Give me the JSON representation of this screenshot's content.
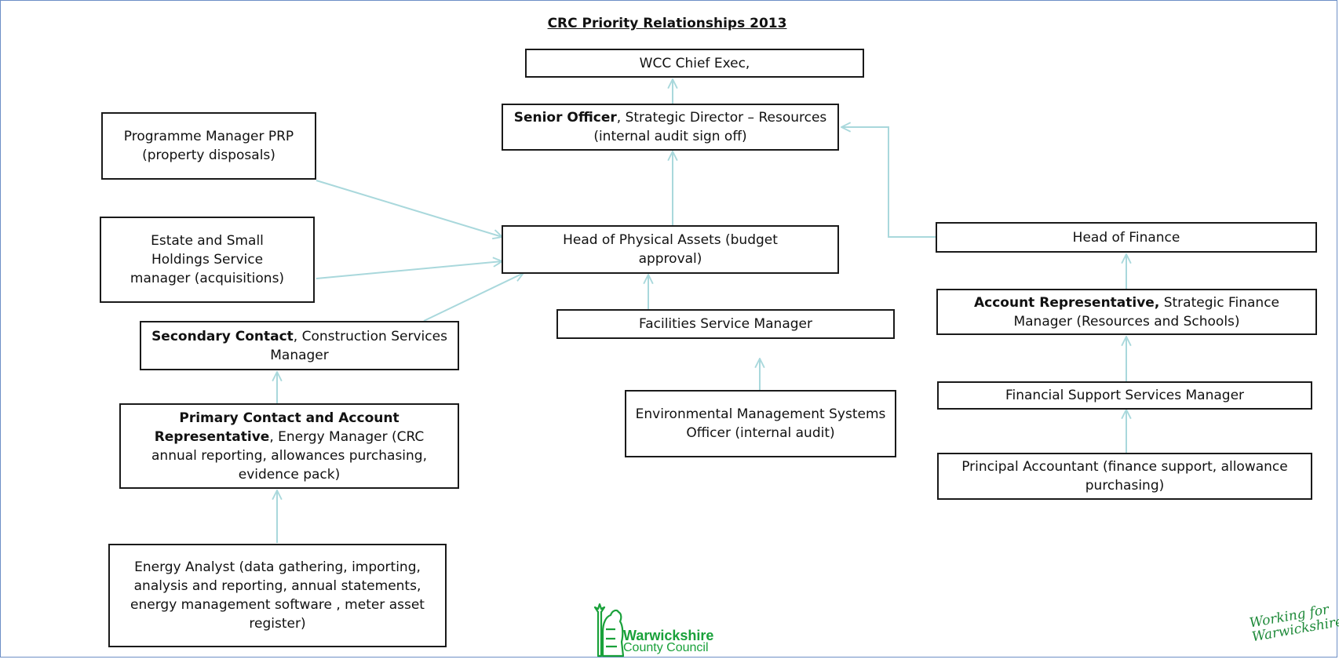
{
  "title": "CRC Priority Relationships  2013",
  "nodes": {
    "chief_exec": {
      "text": "WCC Chief Exec,"
    },
    "senior_officer": {
      "bold": "Senior Officer",
      "text": ", Strategic Director – Resources (internal audit sign off)"
    },
    "programme_manager": {
      "text": "Programme Manager PRP (property disposals)"
    },
    "estate_manager": {
      "text": "Estate and Small Holdings Service manager (acquisitions)"
    },
    "head_physical_assets": {
      "text": "Head of Physical Assets (budget approval)"
    },
    "head_finance": {
      "text": "Head of Finance"
    },
    "secondary_contact": {
      "bold": "Secondary Contact",
      "text": ", Construction Services Manager"
    },
    "facilities_manager": {
      "text": "Facilities Service Manager"
    },
    "account_rep": {
      "bold": "Account Representative,",
      "text": " Strategic Finance Manager (Resources and Schools)"
    },
    "primary_contact": {
      "bold": "Primary Contact and Account Representative",
      "text": ", Energy Manager (CRC annual reporting, allowances purchasing, evidence pack)"
    },
    "env_officer": {
      "text": "Environmental Management Systems Officer (internal audit)"
    },
    "financial_support": {
      "text": "Financial Support Services Manager"
    },
    "principal_accountant": {
      "text": "Principal Accountant (finance support, allowance purchasing)"
    },
    "energy_analyst": {
      "text": "Energy Analyst (data gathering, importing, analysis and reporting, annual statements, energy management software , meter asset register)"
    }
  },
  "connector_color": "#a9d8dc",
  "logo": {
    "line1": "Warwickshire",
    "line2": "County Council",
    "color": "#19a13a"
  },
  "slogan": "Working for Warwickshire"
}
